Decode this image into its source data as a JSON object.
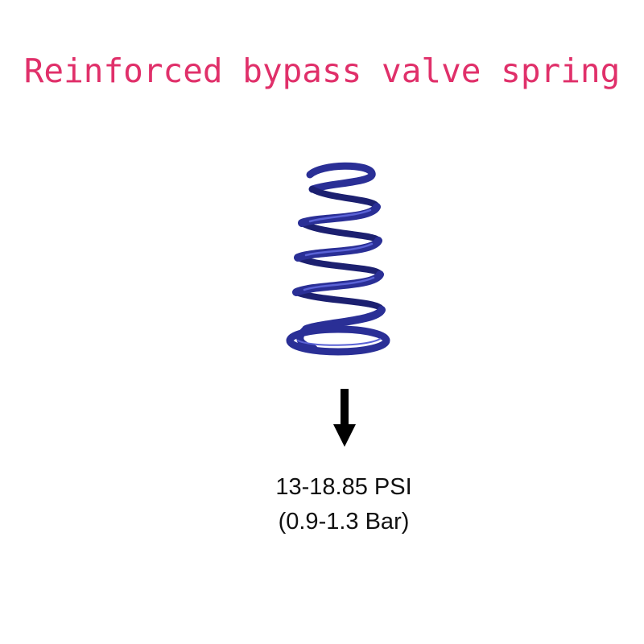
{
  "title": "Reinforced bypass valve spring",
  "colors": {
    "title": "#e0306a",
    "spring": "#2a2f96",
    "spring_highlight": "#5a62d6",
    "arrow": "#000000",
    "text": "#111111"
  },
  "illustration": {
    "subject": "coil spring",
    "pointer": "down-arrow-icon"
  },
  "spec": {
    "psi": "13-18.85 PSI",
    "bar": "(0.9-1.3 Bar)"
  }
}
